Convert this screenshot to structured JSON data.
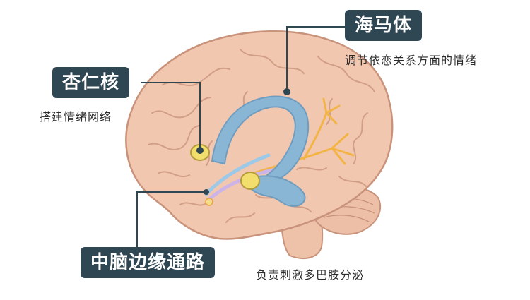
{
  "labels": {
    "hippocampus": {
      "title": "海马体",
      "description": "调节依恋关系方面的情绪"
    },
    "amygdala": {
      "title": "杏仁核",
      "description": "搭建情绪网络"
    },
    "mesolimbic": {
      "title": "中脑边缘通路",
      "description": "负责刺激多巴胺分泌"
    }
  },
  "colors": {
    "brain": "#f2c7b0",
    "brain_outline": "#c9927a",
    "hippocampus": "#8ab6d6",
    "amygdala": "#f1de6d",
    "pathway_blue": "#9cc9e8",
    "pathway_violet": "#cdb4e6",
    "neuron": "#f3b446",
    "tag_bg": "#2f4653",
    "leader_line": "#2f4653"
  }
}
